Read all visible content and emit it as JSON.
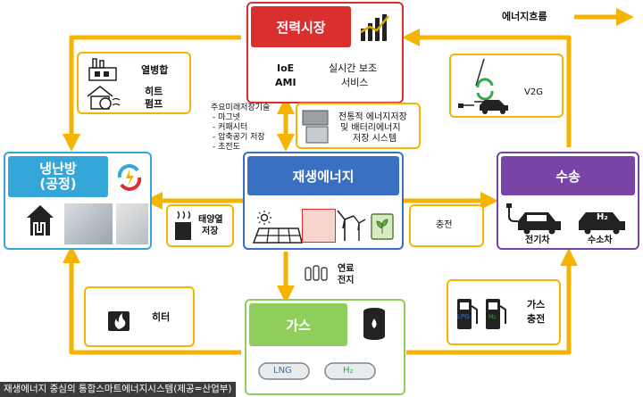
{
  "legend": {
    "label": "에너지흐름",
    "color": "#f4b400"
  },
  "nodes": {
    "power_market": {
      "title": "전력시장",
      "items": [
        "IoE",
        "AMI",
        "실시간 보조",
        "서비스"
      ],
      "color": "#d9302f"
    },
    "heating": {
      "title_line1": "냉난방",
      "title_line2": "(공정)",
      "color": "#35a6d8"
    },
    "renewable": {
      "title": "재생에너지",
      "color": "#3a70c2"
    },
    "transport": {
      "title": "수송",
      "color": "#7a43a6",
      "ev_label": "전기차",
      "h2_label": "수소차",
      "h2_badge": "H₂"
    },
    "gas": {
      "title": "가스",
      "color": "#8fce5a",
      "lng_label": "LNG",
      "h2_label": "H₂"
    }
  },
  "chp": {
    "label1": "열병합",
    "label2": "히트",
    "label3": "펌프"
  },
  "v2g": {
    "label": "V2G"
  },
  "storage_tech": {
    "title": "주요미래저장기술",
    "items": [
      "- 마그넷",
      "- 커패시터",
      "- 압축공기 저장",
      "- 초전도"
    ]
  },
  "battery": {
    "line1": "전통적 에너지저장",
    "line2": "및 배터리에너지",
    "line3": "저장 시스템"
  },
  "solar_heat": {
    "line1": "태양열",
    "line2": "저장"
  },
  "charging": {
    "label": "충전"
  },
  "fuel_cell": {
    "line1": "연료",
    "line2": "전지"
  },
  "heater": {
    "label": "히터"
  },
  "gas_charge": {
    "line1": "가스",
    "line2": "충전",
    "lpg": "LPG",
    "h2": "H₂"
  },
  "caption": "재생에너지 중심의 통합스마트에너지시스템(제공=산업부)"
}
